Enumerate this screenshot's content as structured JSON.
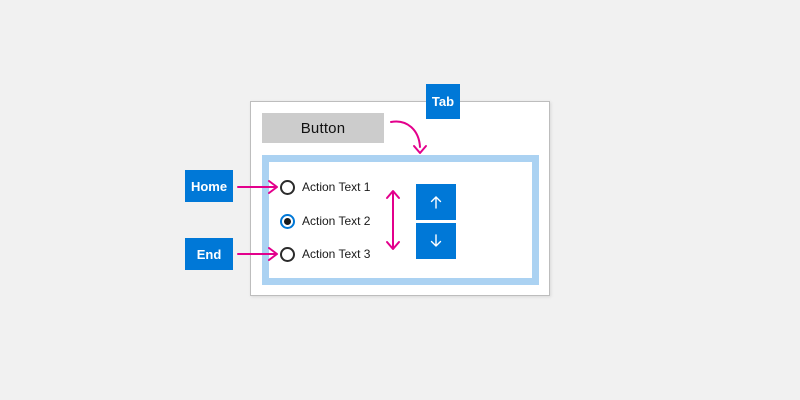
{
  "colors": {
    "background": "#f1f1f1",
    "window_bg": "#ffffff",
    "window_border": "#bdbdbd",
    "accent_blue": "#0078d7",
    "magenta": "#e3008c",
    "panel_border": "#abd2f2",
    "gray_button_bg": "#cccccc",
    "text_dark": "#1a1a1a",
    "radio_outline": "#2b2b2b"
  },
  "key_labels": {
    "tab": "Tab",
    "home": "Home",
    "end": "End"
  },
  "window": {
    "button_label": "Button",
    "radio_group": {
      "items": [
        {
          "label": "Action Text 1",
          "selected": false
        },
        {
          "label": "Action Text 2",
          "selected": true
        },
        {
          "label": "Action Text 3",
          "selected": false
        }
      ]
    },
    "spinner": {
      "up_icon": "arrow-up",
      "down_icon": "arrow-down"
    }
  }
}
